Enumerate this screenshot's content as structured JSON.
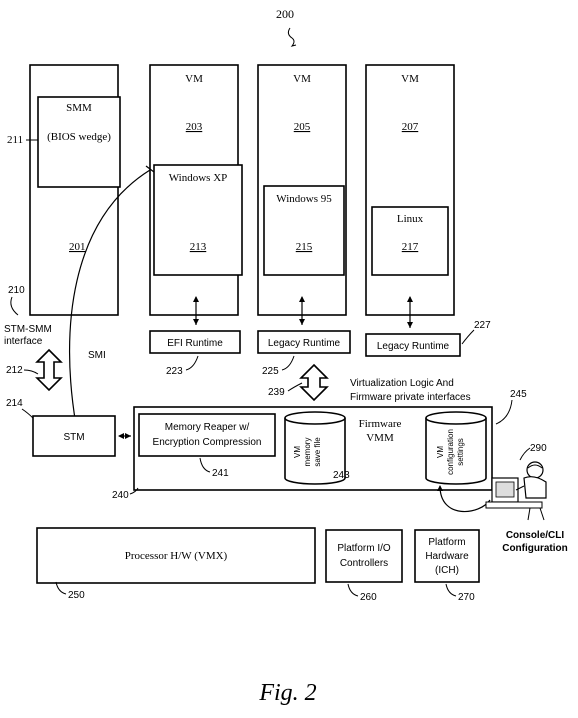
{
  "figure": {
    "number": "200",
    "caption": "Fig. 2"
  },
  "partitions": [
    {
      "header": "SMM",
      "sub": "(BIOS wedge)",
      "ref_inner": "211",
      "ref_main": "201"
    },
    {
      "header": "VM",
      "ref_top": "203",
      "os": "Windows XP",
      "ref_os": "213"
    },
    {
      "header": "VM",
      "ref_top": "205",
      "os": "Windows 95",
      "ref_os": "215"
    },
    {
      "header": "VM",
      "ref_top": "207",
      "os": "Linux",
      "ref_os": "217"
    }
  ],
  "runtimes": [
    {
      "label": "EFI Runtime",
      "ref": "223"
    },
    {
      "label": "Legacy Runtime",
      "ref": "225"
    },
    {
      "label": "Legacy Runtime",
      "ref": "227"
    }
  ],
  "labels": {
    "ref_210": "210",
    "stm_smm_1": "STM-SMM",
    "stm_smm_2": "interface",
    "smi": "SMI",
    "ref_212": "212",
    "ref_214": "214",
    "stm": "STM",
    "ref_239": "239",
    "virt_1": "Virtualization Logic And",
    "virt_2": "Firmware private interfaces",
    "ref_245": "245",
    "reaper_1": "Memory Reaper w/",
    "reaper_2": "Encryption Compression",
    "ref_241": "241",
    "vmm_1": "Firmware",
    "vmm_2": "VMM",
    "save_1": "VM",
    "save_2": "memory",
    "save_3": "save file",
    "ref_243": "243",
    "config_1": "VM",
    "config_2": "configuration",
    "config_3": "settings",
    "ref_240": "240",
    "ref_290": "290",
    "console_1": "Console/CLI",
    "console_2": "Configuration",
    "processor": "Processor H/W (VMX)",
    "ref_250": "250",
    "io_1": "Platform I/O",
    "io_2": "Controllers",
    "ref_260": "260",
    "hw_1": "Platform",
    "hw_2": "Hardware",
    "hw_3": "(ICH)",
    "ref_270": "270"
  }
}
